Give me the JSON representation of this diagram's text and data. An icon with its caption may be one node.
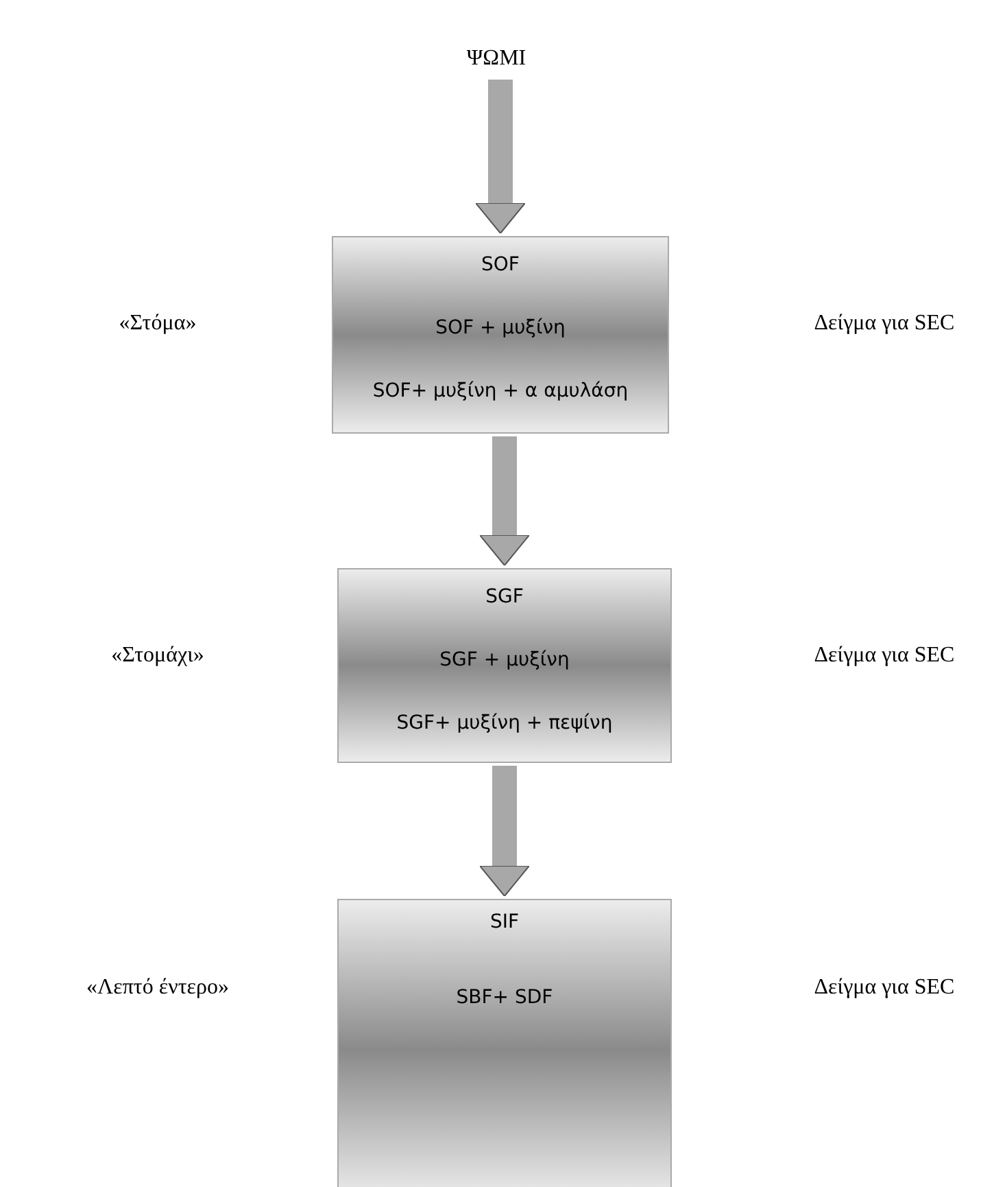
{
  "diagram": {
    "nodes": [
      {
        "text": [
          "ΨΩΜΙ"
        ]
      },
      {
        "text": [
          "SOF",
          "SOF + μυξίνη",
          "SOF+ μυξίνη + α αμυλάση"
        ]
      },
      {
        "text": [
          "SGF",
          "SGF + μυξίνη",
          "SGF+ μυξίνη + πεψίνη"
        ]
      },
      {
        "text": [
          "SIF",
          "SBF+ SDF"
        ]
      }
    ],
    "labels": [
      "«Στόμα»",
      "Δείγμα για SEC",
      "«Στομάχι»",
      "Δείγμα για SEC",
      "«Λεπτό έντερο»",
      "Δείγμα για SEC"
    ],
    "edges": [
      {
        "from": 0,
        "to": 1,
        "arrow": "to"
      },
      {
        "from": 1,
        "to": 2,
        "arrow": "to"
      },
      {
        "from": 2,
        "to": 3,
        "arrow": "to"
      }
    ]
  }
}
